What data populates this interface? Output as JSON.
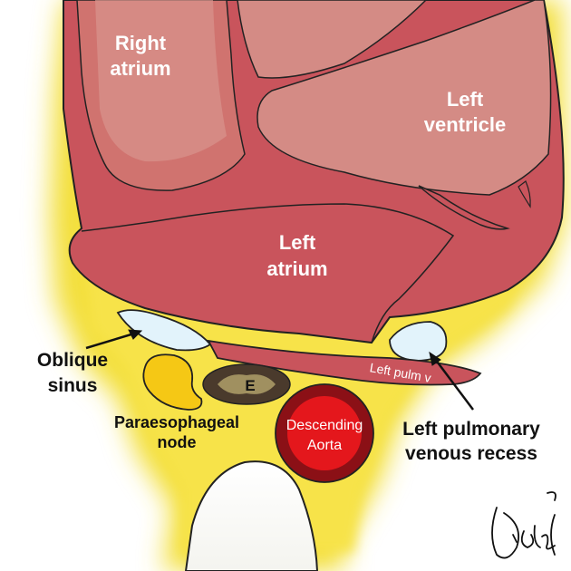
{
  "labels": {
    "right_atrium": [
      "Right",
      "atrium"
    ],
    "left_ventricle": [
      "Left",
      "ventricle"
    ],
    "left_atrium": [
      "Left",
      "atrium"
    ],
    "oblique_sinus": [
      "Oblique",
      "sinus"
    ],
    "oesophagus": "E",
    "paraesophageal_node": [
      "Paraesophageal",
      "node"
    ],
    "descending_aorta": [
      "Descending",
      "Aorta"
    ],
    "left_pulm_vein": "Left pulm v",
    "left_pulmonary_venous_recess": [
      "Left pulmonary",
      "venous recess"
    ]
  },
  "colors": {
    "heart": "#c9545c",
    "heart_light": "#d9948d",
    "heart_mid": "#d0736f",
    "fat_glow": "#f3df3a",
    "sinus": "#e2f3fb",
    "node": "#f5c815",
    "oesophagus_ring": "#4a3a2c",
    "oesophagus_fill": "#a09060",
    "aorta_outer": "#8b1016",
    "aorta_inner": "#e4171c",
    "spine": "#ffffff"
  },
  "signature": "Dikshya"
}
